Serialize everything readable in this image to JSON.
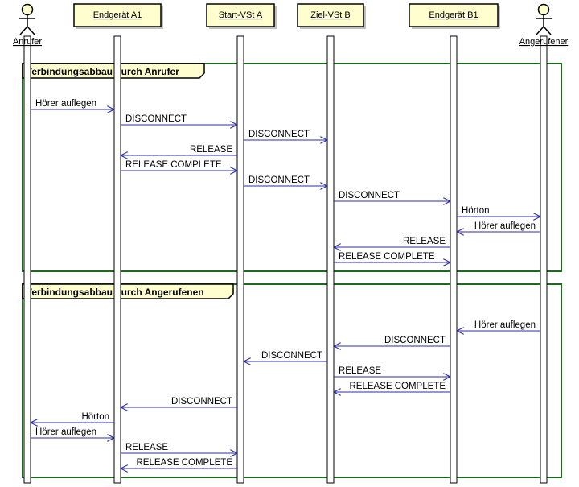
{
  "participants": [
    {
      "id": "anrufer",
      "label": "Anrufer",
      "kind": "actor"
    },
    {
      "id": "a1",
      "label": "Endgerät A1",
      "kind": "box"
    },
    {
      "id": "vsta",
      "label": "Start-VSt A",
      "kind": "box"
    },
    {
      "id": "vstb",
      "label": "Ziel-VSt B",
      "kind": "box"
    },
    {
      "id": "b1",
      "label": "Endgerät B1",
      "kind": "box"
    },
    {
      "id": "angerufener",
      "label": "Angerufener",
      "kind": "actor"
    }
  ],
  "groups": [
    {
      "title": "Verbindungsabbau durch Anrufer",
      "messages": [
        {
          "from": "anrufer",
          "to": "a1",
          "label": "Hörer auflegen"
        },
        {
          "from": "a1",
          "to": "vsta",
          "label": "DISCONNECT"
        },
        {
          "from": "vsta",
          "to": "vstb",
          "label": "DISCONNECT"
        },
        {
          "from": "vsta",
          "to": "a1",
          "label": "RELEASE"
        },
        {
          "from": "a1",
          "to": "vsta",
          "label": "RELEASE COMPLETE"
        },
        {
          "from": "vsta",
          "to": "vstb",
          "label": "DISCONNECT"
        },
        {
          "from": "vstb",
          "to": "b1",
          "label": "DISCONNECT"
        },
        {
          "from": "b1",
          "to": "angerufener",
          "label": "Hörton"
        },
        {
          "from": "angerufener",
          "to": "b1",
          "label": "Hörer auflegen"
        },
        {
          "from": "b1",
          "to": "vstb",
          "label": "RELEASE"
        },
        {
          "from": "vstb",
          "to": "b1",
          "label": "RELEASE COMPLETE"
        }
      ]
    },
    {
      "title": "Verbindungsabbau durch Angerufenen",
      "messages": [
        {
          "from": "angerufener",
          "to": "b1",
          "label": "Hörer auflegen"
        },
        {
          "from": "b1",
          "to": "vstb",
          "label": "DISCONNECT"
        },
        {
          "from": "vstb",
          "to": "vsta",
          "label": "DISCONNECT"
        },
        {
          "from": "vstb",
          "to": "b1",
          "label": "RELEASE"
        },
        {
          "from": "b1",
          "to": "vstb",
          "label": "RELEASE COMPLETE"
        },
        {
          "from": "vsta",
          "to": "a1",
          "label": "DISCONNECT"
        },
        {
          "from": "a1",
          "to": "anrufer",
          "label": "Hörton"
        },
        {
          "from": "anrufer",
          "to": "a1",
          "label": "Hörer auflegen"
        },
        {
          "from": "a1",
          "to": "vsta",
          "label": "RELEASE"
        },
        {
          "from": "vsta",
          "to": "a1",
          "label": "RELEASE COMPLETE"
        }
      ]
    }
  ],
  "colors": {
    "participant_fill": "#FEFECE",
    "participant_border": "#A80036",
    "arrow": "#2B2BA8",
    "group_border": "#1E6B1E",
    "lifeline_fill": "#FFFFFF",
    "text": "#000000"
  }
}
